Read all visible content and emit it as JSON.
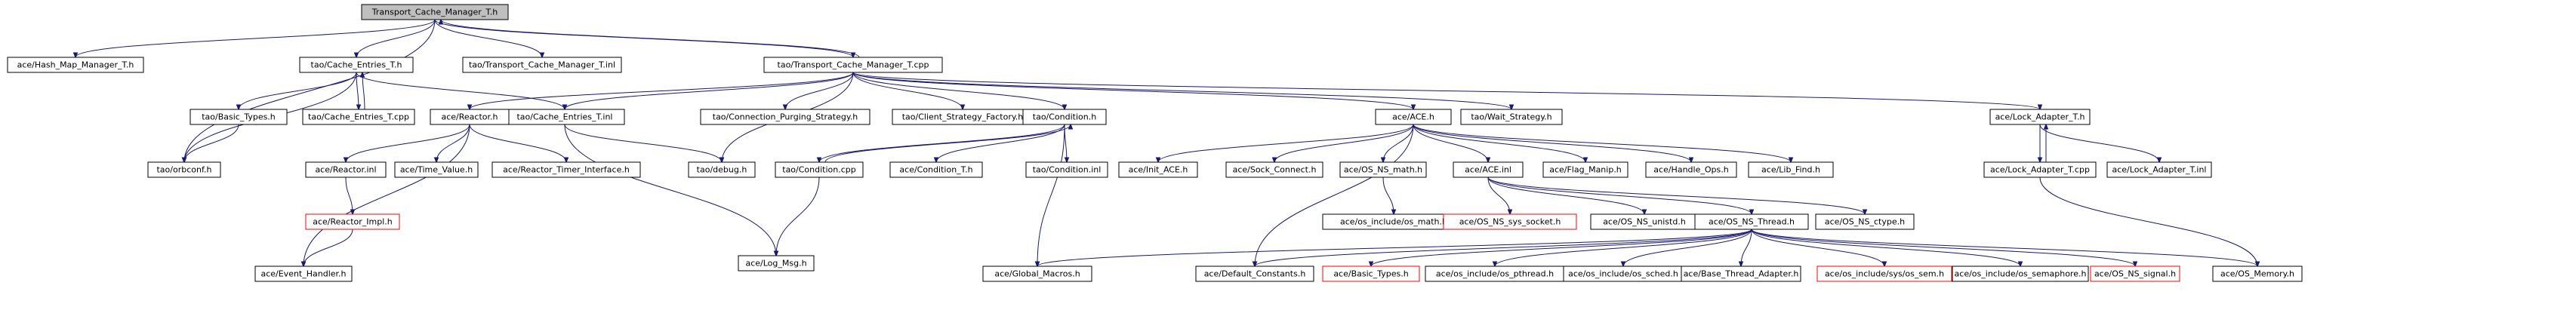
{
  "diagram": {
    "type": "include-dependency-graph",
    "colors": {
      "edge": "#191970",
      "root_fill": "#bfbfbf",
      "missing_border": "#ff0000",
      "node_border": "#000000"
    },
    "nodes": [
      {
        "id": "n1",
        "label": "Transport_Cache_Manager_T.h",
        "style": "root"
      },
      {
        "id": "n2",
        "label": "ace/Hash_Map_Manager_T.h"
      },
      {
        "id": "n3",
        "label": "tao/Cache_Entries_T.h"
      },
      {
        "id": "n4",
        "label": "tao/Transport_Cache_Manager_T.inl"
      },
      {
        "id": "n5",
        "label": "tao/Transport_Cache_Manager_T.cpp"
      },
      {
        "id": "n6",
        "label": "tao/Basic_Types.h"
      },
      {
        "id": "n7",
        "label": "tao/Cache_Entries_T.cpp"
      },
      {
        "id": "n8",
        "label": "tao/Cache_Entries_T.inl"
      },
      {
        "id": "n9",
        "label": "ace/Reactor.h"
      },
      {
        "id": "n10",
        "label": "tao/Connection_Purging_Strategy.h"
      },
      {
        "id": "n11",
        "label": "tao/Client_Strategy_Factory.h"
      },
      {
        "id": "n12",
        "label": "tao/Condition.h"
      },
      {
        "id": "n13",
        "label": "ace/ACE.h"
      },
      {
        "id": "n14",
        "label": "tao/Wait_Strategy.h"
      },
      {
        "id": "n15",
        "label": "ace/Lock_Adapter_T.h"
      },
      {
        "id": "n16",
        "label": "tao/orbconf.h"
      },
      {
        "id": "n17",
        "label": "ace/Reactor.inl"
      },
      {
        "id": "n18",
        "label": "ace/Time_Value.h"
      },
      {
        "id": "n19",
        "label": "ace/Reactor_Timer_Interface.h"
      },
      {
        "id": "n20",
        "label": "tao/debug.h"
      },
      {
        "id": "n21",
        "label": "tao/Condition.cpp"
      },
      {
        "id": "n22",
        "label": "ace/Condition_T.h"
      },
      {
        "id": "n23",
        "label": "tao/Condition.inl"
      },
      {
        "id": "n24",
        "label": "ace/Init_ACE.h"
      },
      {
        "id": "n25",
        "label": "ace/Sock_Connect.h"
      },
      {
        "id": "n26",
        "label": "ace/OS_NS_math.h"
      },
      {
        "id": "n27",
        "label": "ace/ACE.inl"
      },
      {
        "id": "n28",
        "label": "ace/Flag_Manip.h"
      },
      {
        "id": "n29",
        "label": "ace/Handle_Ops.h"
      },
      {
        "id": "n30",
        "label": "ace/Lib_Find.h"
      },
      {
        "id": "n31",
        "label": "ace/Lock_Adapter_T.cpp"
      },
      {
        "id": "n32",
        "label": "ace/Lock_Adapter_T.inl"
      },
      {
        "id": "n33",
        "label": "ace/Reactor_Impl.h",
        "style": "missing"
      },
      {
        "id": "n34",
        "label": "ace/Log_Msg.h"
      },
      {
        "id": "n35",
        "label": "ace/os_include/os_math.h"
      },
      {
        "id": "n36",
        "label": "ace/OS_NS_sys_socket.h",
        "style": "missing"
      },
      {
        "id": "n37",
        "label": "ace/OS_NS_unistd.h"
      },
      {
        "id": "n38",
        "label": "ace/OS_NS_Thread.h"
      },
      {
        "id": "n39",
        "label": "ace/OS_NS_ctype.h"
      },
      {
        "id": "n40",
        "label": "ace/Event_Handler.h"
      },
      {
        "id": "n41",
        "label": "ace/Global_Macros.h"
      },
      {
        "id": "n42",
        "label": "ace/Default_Constants.h"
      },
      {
        "id": "n43",
        "label": "ace/Basic_Types.h",
        "style": "missing"
      },
      {
        "id": "n44",
        "label": "ace/os_include/os_pthread.h"
      },
      {
        "id": "n45",
        "label": "ace/os_include/os_sched.h"
      },
      {
        "id": "n46",
        "label": "ace/Base_Thread_Adapter.h"
      },
      {
        "id": "n47",
        "label": "ace/os_include/sys/os_sem.h",
        "style": "missing"
      },
      {
        "id": "n48",
        "label": "ace/os_include/os_semaphore.h"
      },
      {
        "id": "n49",
        "label": "ace/OS_NS_signal.h",
        "style": "missing"
      },
      {
        "id": "n50",
        "label": "ace/OS_Memory.h"
      }
    ],
    "edges": [
      [
        "n1",
        "n2"
      ],
      [
        "n1",
        "n3"
      ],
      [
        "n1",
        "n4"
      ],
      [
        "n1",
        "n5"
      ],
      [
        "n1",
        "n16"
      ],
      [
        "n3",
        "n6"
      ],
      [
        "n3",
        "n7"
      ],
      [
        "n3",
        "n8"
      ],
      [
        "n3",
        "n16"
      ],
      [
        "n5",
        "n1"
      ],
      [
        "n5",
        "n9"
      ],
      [
        "n5",
        "n8"
      ],
      [
        "n5",
        "n10"
      ],
      [
        "n5",
        "n11"
      ],
      [
        "n5",
        "n12"
      ],
      [
        "n5",
        "n13"
      ],
      [
        "n5",
        "n14"
      ],
      [
        "n5",
        "n15"
      ],
      [
        "n5",
        "n20"
      ],
      [
        "n6",
        "n16"
      ],
      [
        "n7",
        "n3"
      ],
      [
        "n8",
        "n20"
      ],
      [
        "n8",
        "n34"
      ],
      [
        "n9",
        "n17"
      ],
      [
        "n9",
        "n18"
      ],
      [
        "n9",
        "n19"
      ],
      [
        "n9",
        "n40"
      ],
      [
        "n12",
        "n21"
      ],
      [
        "n12",
        "n22"
      ],
      [
        "n12",
        "n23"
      ],
      [
        "n12",
        "n41"
      ],
      [
        "n21",
        "n12"
      ],
      [
        "n21",
        "n34"
      ],
      [
        "n13",
        "n24"
      ],
      [
        "n13",
        "n25"
      ],
      [
        "n13",
        "n26"
      ],
      [
        "n13",
        "n27"
      ],
      [
        "n13",
        "n28"
      ],
      [
        "n13",
        "n29"
      ],
      [
        "n13",
        "n30"
      ],
      [
        "n13",
        "n42"
      ],
      [
        "n15",
        "n31"
      ],
      [
        "n15",
        "n32"
      ],
      [
        "n31",
        "n15"
      ],
      [
        "n31",
        "n50"
      ],
      [
        "n17",
        "n33"
      ],
      [
        "n33",
        "n40"
      ],
      [
        "n26",
        "n35"
      ],
      [
        "n27",
        "n36"
      ],
      [
        "n27",
        "n37"
      ],
      [
        "n27",
        "n38"
      ],
      [
        "n27",
        "n39"
      ],
      [
        "n38",
        "n41"
      ],
      [
        "n38",
        "n42"
      ],
      [
        "n38",
        "n43"
      ],
      [
        "n38",
        "n44"
      ],
      [
        "n38",
        "n45"
      ],
      [
        "n38",
        "n46"
      ],
      [
        "n38",
        "n47"
      ],
      [
        "n38",
        "n48"
      ],
      [
        "n38",
        "n49"
      ],
      [
        "n38",
        "n50"
      ]
    ]
  }
}
